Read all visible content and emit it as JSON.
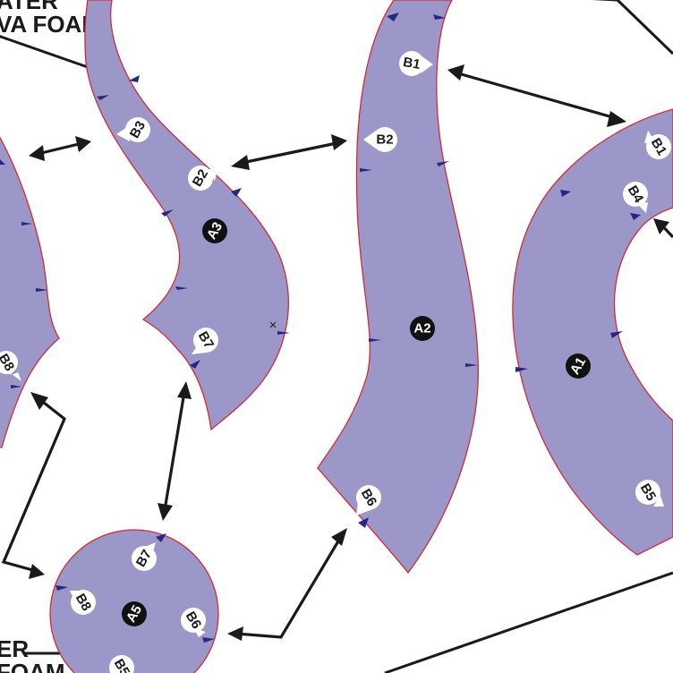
{
  "labels": {
    "top_line1": "ATER",
    "top_line2": "VA FOAM",
    "bottom_line1": "ER",
    "bottom_line2": "FOAM"
  },
  "pieces": {
    "a1": "A1",
    "a2": "A2",
    "a3": "A3",
    "a5": "A5"
  },
  "tags": {
    "left_b8": "B8",
    "b3": "B3",
    "a3_b2": "B2",
    "a3_b7": "B7",
    "a2_b1": "B1",
    "a2_b2": "B2",
    "a2_b6": "B6",
    "a1_b1": "B1",
    "a1_b4": "B4",
    "a1_b5": "B5",
    "a5_b7": "B7",
    "a5_b8": "B8",
    "a5_b6": "B6",
    "a5_b5": "B5"
  },
  "colors": {
    "fabric_fill": "#9b97c9",
    "cut_line": "#d42a37",
    "notch": "#2a2580",
    "ink": "#1a1a1a"
  }
}
